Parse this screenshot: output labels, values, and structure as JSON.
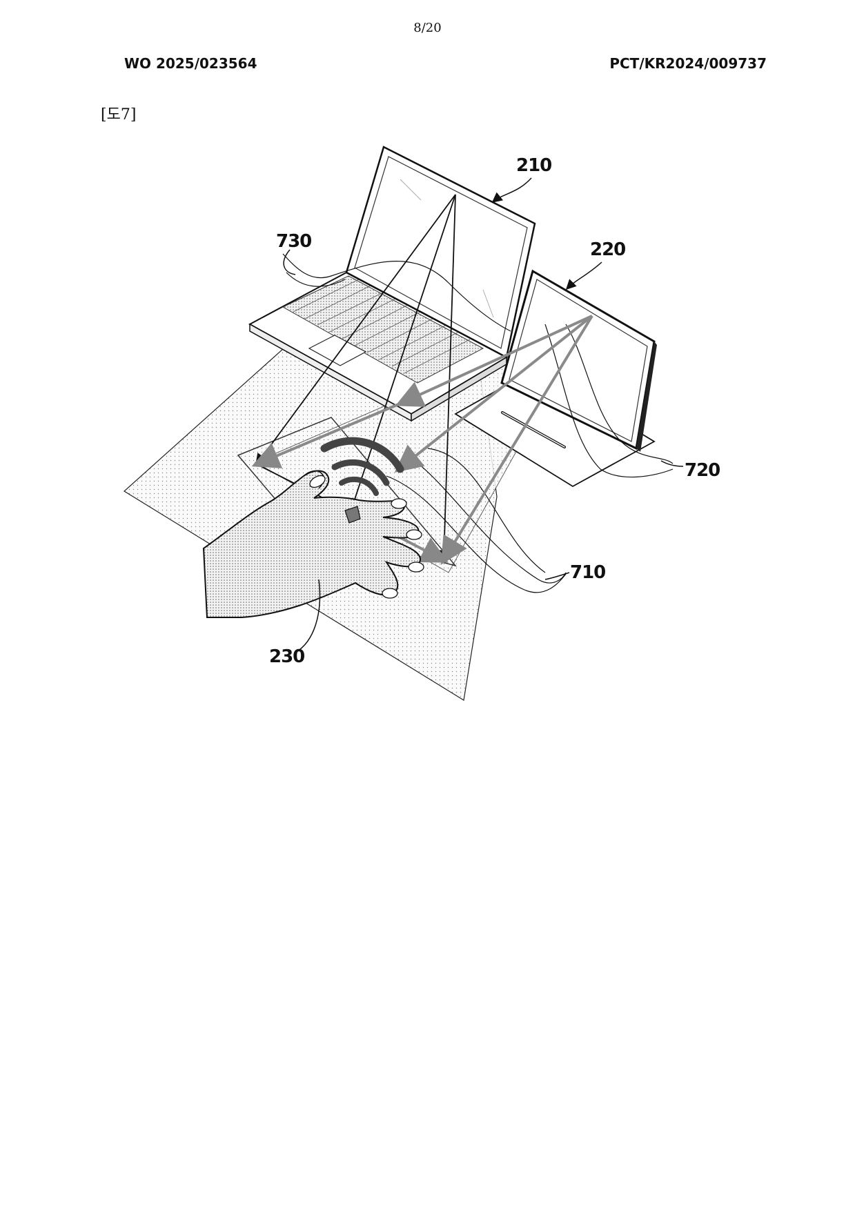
{
  "page": {
    "page_number": "8/20",
    "publication_number": "WO 2025/023564",
    "application_number": "PCT/KR2024/009737",
    "figure_label": "[도7]"
  },
  "figure": {
    "reference_labels": {
      "laptop": "210",
      "tablet": "220",
      "user_hand_device": "230",
      "signal_710": "710",
      "signal_720": "720",
      "signal_730": "730"
    }
  }
}
